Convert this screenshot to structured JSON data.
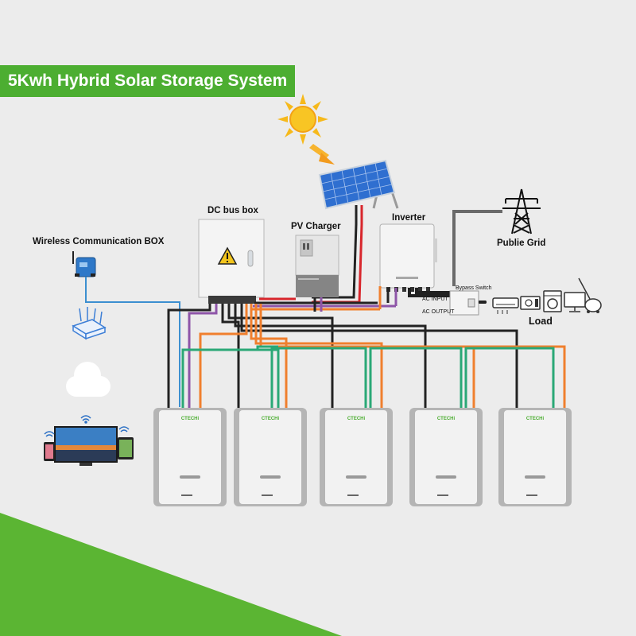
{
  "title": "5Kwh Hybrid Solar Storage System",
  "labels": {
    "dc_bus_box": "DC bus box",
    "pv_charger": "PV Charger",
    "inverter": "Inverter",
    "public_grid": "Publie Grid",
    "wireless_box": "Wireless Communication BOX",
    "load": "Load",
    "bypass_switch": "Bypass Switch",
    "ac_input": "AC INPUT",
    "ac_output": "AC OUTPUT",
    "battery_brand": "CTECHi"
  },
  "battery_count": 5,
  "colors": {
    "banner": "#4cae31",
    "background": "#ececec",
    "accent_green_corner": "#5bb533",
    "wire_black": "#222222",
    "wire_orange": "#f07f2e",
    "wire_green": "#2aa876",
    "wire_purple": "#8e55a8",
    "wire_red": "#d8262c",
    "wire_blue": "#3c8fd0",
    "wire_gray": "#6a6a6a",
    "sun": "#f6b91b"
  },
  "icons": [
    "sun-icon",
    "arrow-icon",
    "solar-panel-icon",
    "warning-icon",
    "transmission-tower-icon",
    "router-icon",
    "cloud-icon",
    "tv-icon",
    "phone-icon",
    "tablet-icon",
    "wifi-icon",
    "air-conditioner-icon",
    "microwave-icon",
    "washing-machine-icon",
    "monitor-icon",
    "vacuum-icon"
  ]
}
